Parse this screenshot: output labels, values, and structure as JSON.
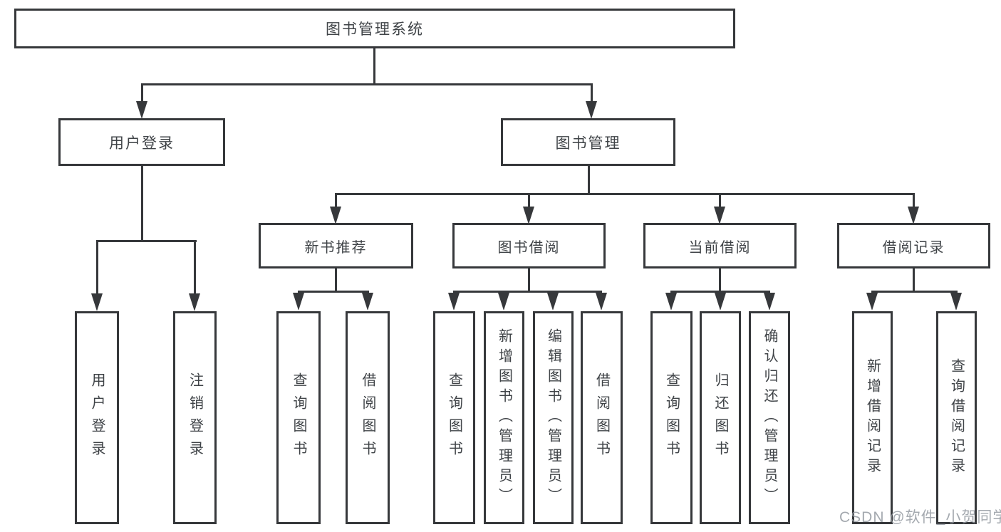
{
  "diagram": {
    "type": "hierarchy-tree",
    "root": {
      "label": "图书管理系统"
    },
    "branches": [
      {
        "label": "用户登录",
        "children": [
          {
            "label": "用户登录"
          },
          {
            "label": "注销登录"
          }
        ]
      },
      {
        "label": "图书管理",
        "children": [
          {
            "label": "新书推荐",
            "children": [
              {
                "label": "查询图书"
              },
              {
                "label": "借阅图书"
              }
            ]
          },
          {
            "label": "图书借阅",
            "children": [
              {
                "label": "查询图书"
              },
              {
                "label": "新增图书（管理员）"
              },
              {
                "label": "编辑图书（管理员）"
              },
              {
                "label": "借阅图书"
              }
            ]
          },
          {
            "label": "当前借阅",
            "children": [
              {
                "label": "查询图书"
              },
              {
                "label": "归还图书"
              },
              {
                "label": "确认归还（管理员）"
              }
            ]
          },
          {
            "label": "借阅记录",
            "children": [
              {
                "label": "新增借阅记录"
              },
              {
                "label": "查询借阅记录"
              }
            ]
          }
        ]
      }
    ]
  },
  "watermark": {
    "text": "CSDN @软件_小贺同学"
  },
  "colors": {
    "line": "#36383b",
    "text": "#3f4347",
    "box_background": "#ffffff",
    "watermark": "#949aa1"
  }
}
